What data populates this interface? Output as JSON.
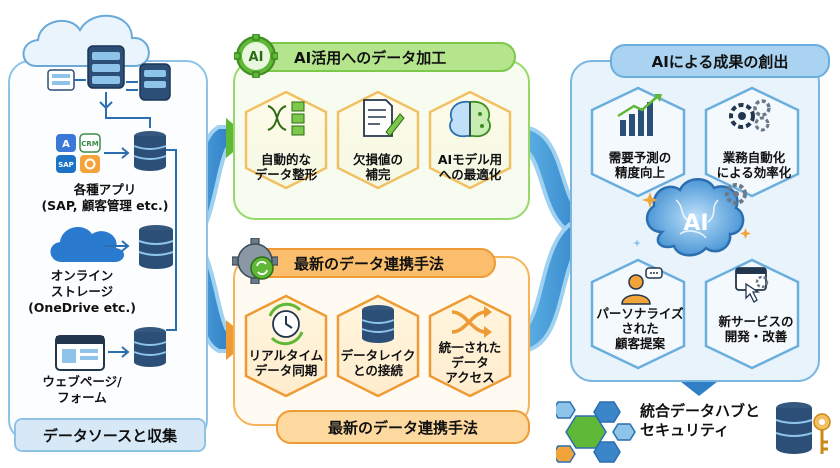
{
  "sources": {
    "footer": "データソースと収集",
    "apps": {
      "label": "各種アプリ\n(SAP, 顧客管理 etc.)",
      "crm_tag": "CRM",
      "sap_tag": "SAP"
    },
    "storage": {
      "label": "オンライン\nストレージ\n(OneDrive etc.)"
    },
    "web": {
      "label": "ウェブページ/\nフォーム"
    }
  },
  "processing": {
    "badge": "AI",
    "title": "AI活用へのデータ加工",
    "items": [
      {
        "label": "自動的な\nデータ整形",
        "icon": "flow-icon"
      },
      {
        "label": "欠損値の\n補完",
        "icon": "document-edit-icon"
      },
      {
        "label": "AIモデル用\nへの最適化",
        "icon": "brain-circuit-icon"
      }
    ]
  },
  "integration": {
    "title": "最新のデータ連携手法",
    "bottom_label": "最新のデータ連携手法",
    "items": [
      {
        "label": "リアルタイム\nデータ同期",
        "icon": "sync-clock-icon"
      },
      {
        "label": "データレイク\nとの接続",
        "icon": "database-icon"
      },
      {
        "label": "統一された\nデータ\nアクセス",
        "icon": "shuffle-icon"
      }
    ]
  },
  "results": {
    "title": "AIによる成果の創出",
    "ai_text": "AI",
    "items": [
      {
        "label": "需要予測の\n精度向上",
        "icon": "bar-chart-icon"
      },
      {
        "label": "業務自動化\nによる効率化",
        "icon": "gears-icon"
      },
      {
        "label": "パーソナライズ\nされた\n顧客提案",
        "icon": "user-chat-icon"
      },
      {
        "label": "新サービスの\n開発・改善",
        "icon": "browser-click-icon"
      }
    ]
  },
  "hub": {
    "label": "統合データハブと\nセキュリティ"
  },
  "colors": {
    "blue": "#3a86c8",
    "light_blue": "#8ec3e6",
    "green": "#7cc84b",
    "orange": "#ef9b35",
    "cream": "#fff7e6",
    "navy": "#22364d"
  }
}
